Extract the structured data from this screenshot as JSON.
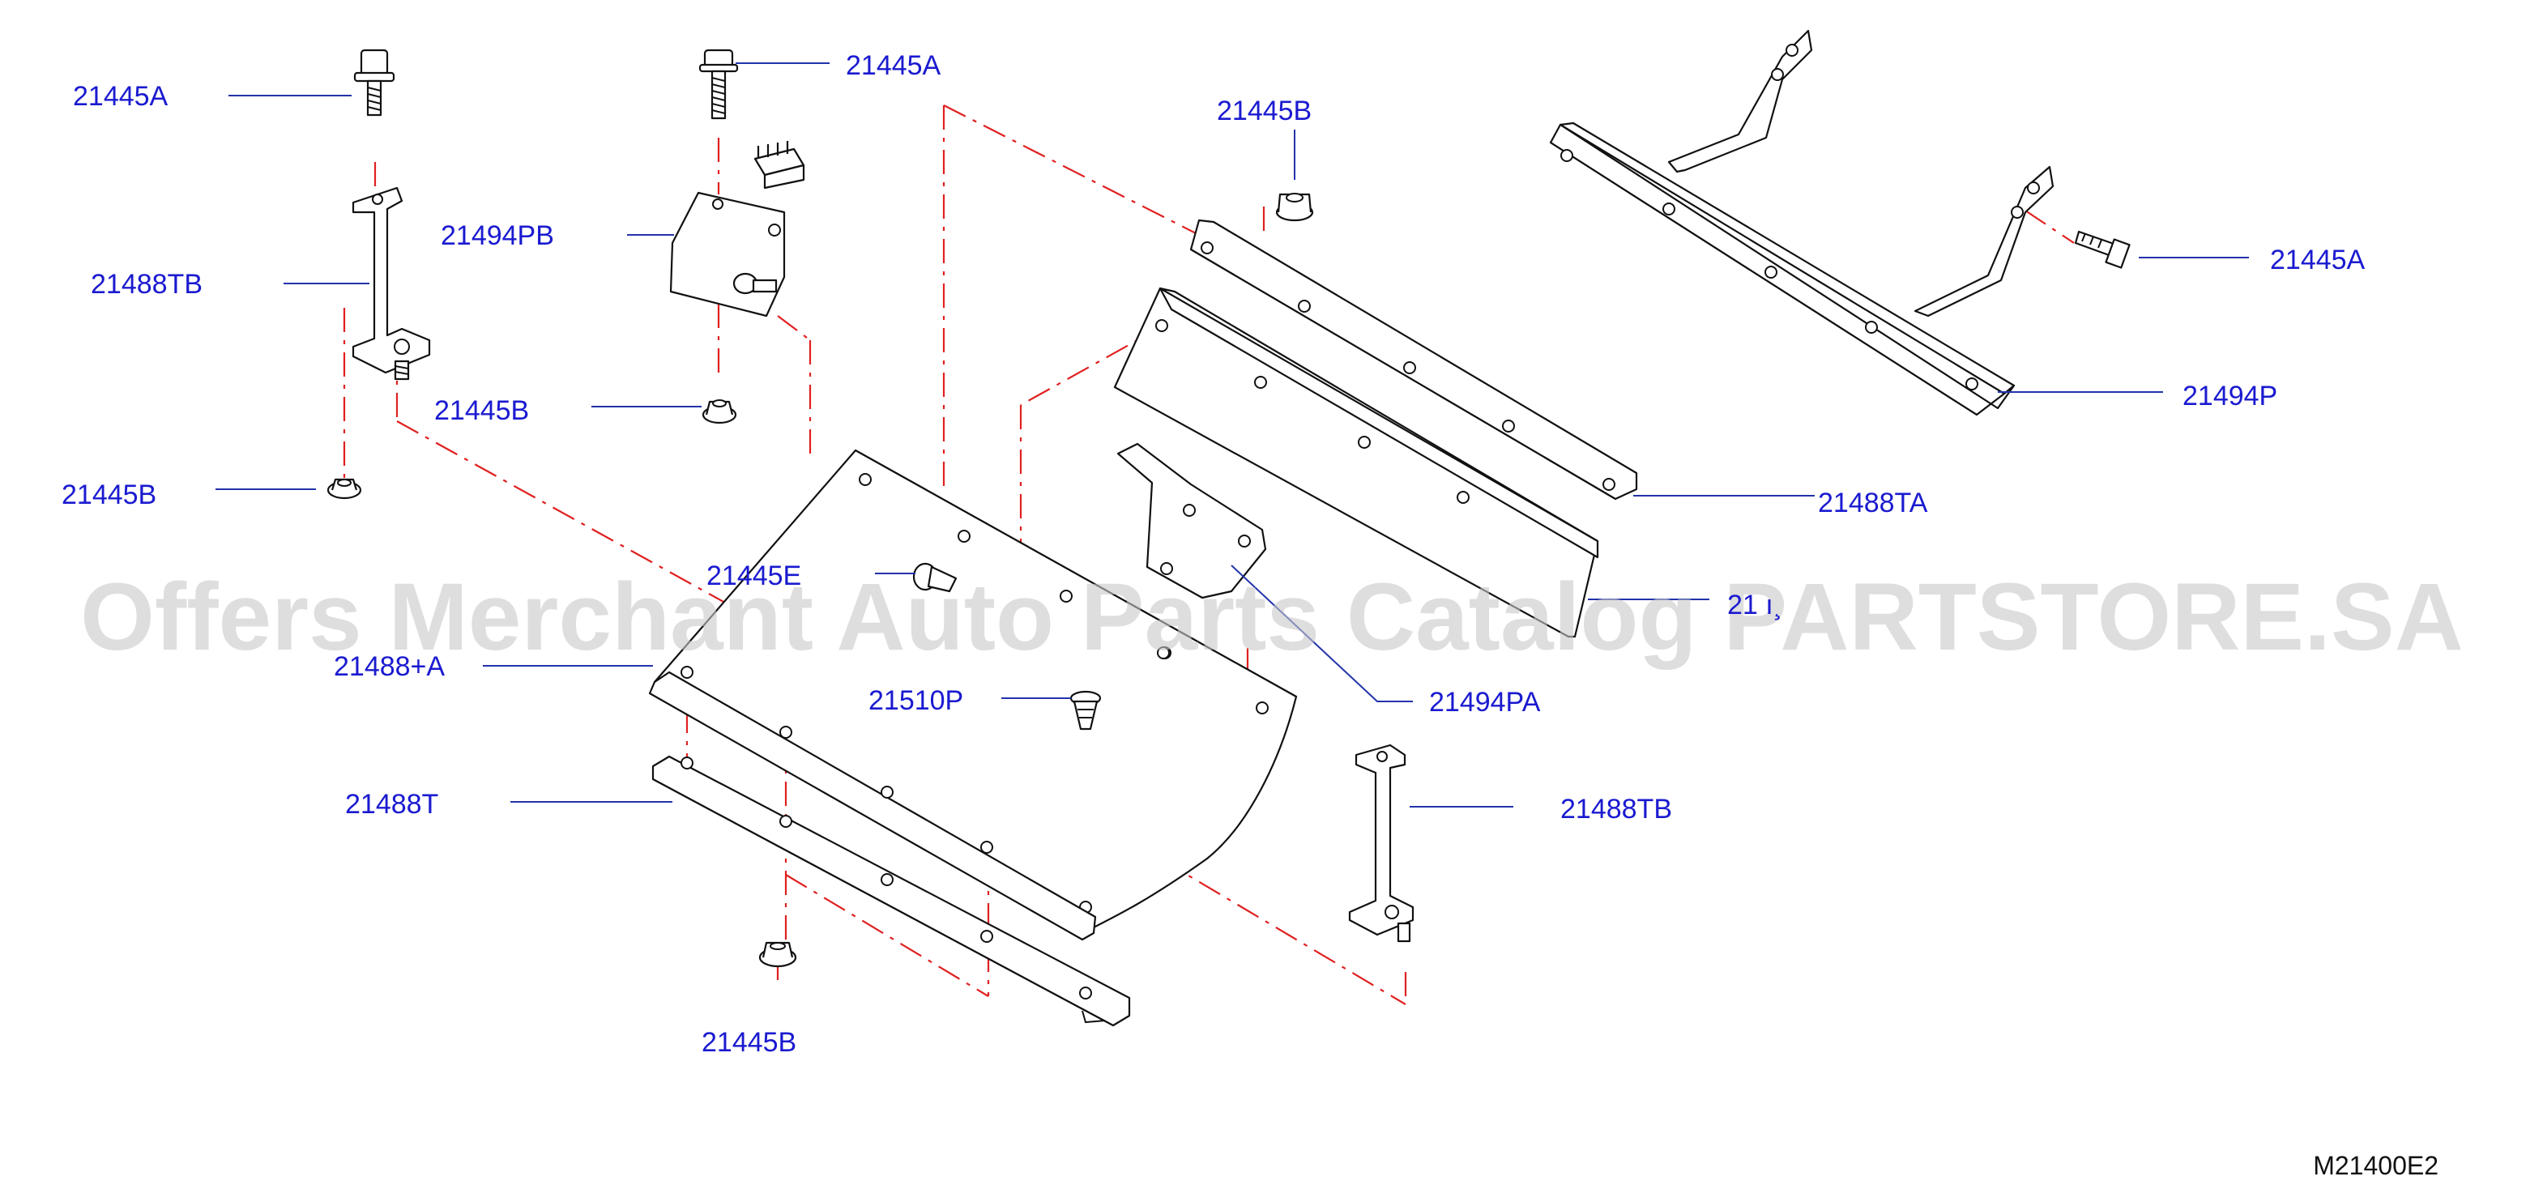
{
  "diagram_code": "M21400E2",
  "watermark": "Offers Merchant Auto Parts Catalog PARTSTORE.SA",
  "colors": {
    "label": "#1a1ad0",
    "leader": "#2233aa",
    "centerline": "#e02020",
    "part_outline": "#111111",
    "watermark": "#c8c8c8"
  },
  "labels": {
    "bolt_top_left": "21445A",
    "bolt_top_center": "21445A",
    "nut_top_center": "21445B",
    "bolt_right": "21445A",
    "bracket_pb": "21494PB",
    "stay_left": "21488TB",
    "nut_mid_left": "21445B",
    "nut_left": "21445B",
    "bar_p": "21494P",
    "strip_ta": "21488TA",
    "clip_e": "21445E",
    "strip_a": "21488+A",
    "clip_p": "21510P",
    "bracket_pa": "21494PA",
    "strip_t": "21488T",
    "stay_right": "21488TB",
    "nut_bottom": "21445B",
    "partial_hidden": "21 ı¸"
  }
}
